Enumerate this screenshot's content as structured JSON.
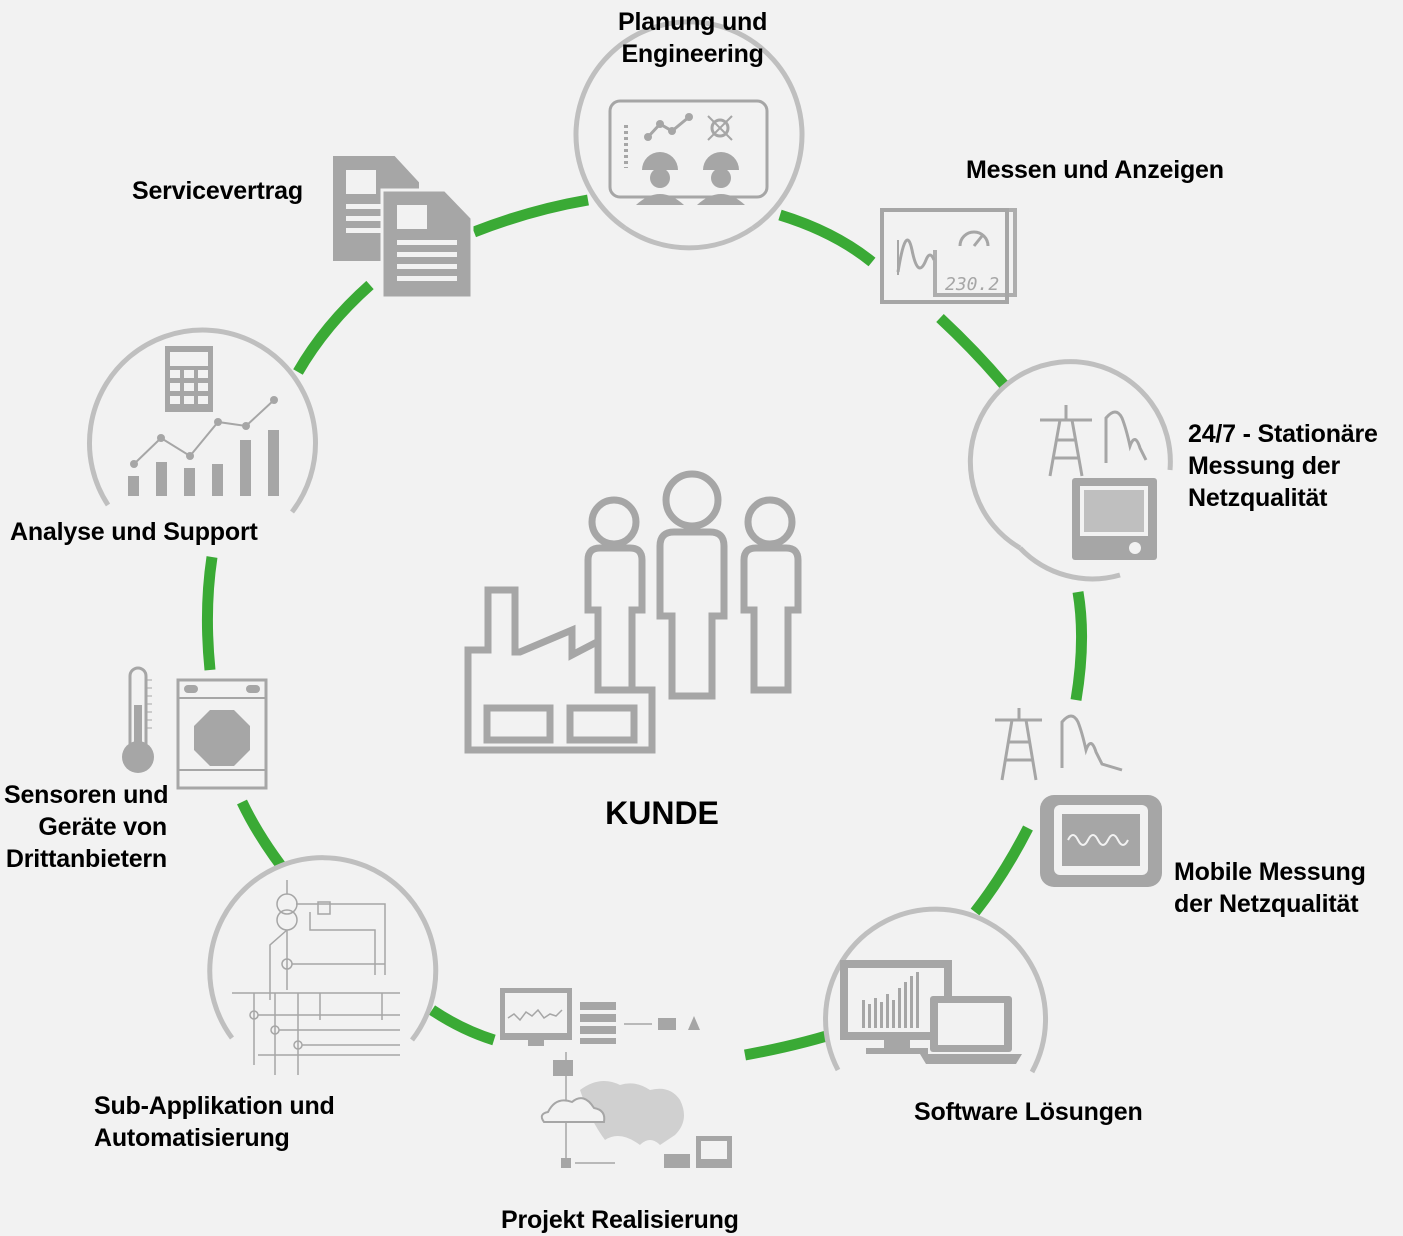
{
  "center": {
    "label": "KUNDE"
  },
  "ring_color": "#3aaa35",
  "icon_color": "#a6a6a6",
  "circle_color": "#bfbfbf",
  "nodes": {
    "planung": {
      "line1": "Planung und",
      "line2": "Engineering"
    },
    "messen": {
      "line1": "Messen und Anzeigen"
    },
    "stationaer": {
      "line1": "24/7 - Stationäre",
      "line2": "Messung der",
      "line3": "Netzqualität",
      "reading": "230.2"
    },
    "mobile": {
      "line1": "Mobile Messung",
      "line2": "der Netzqualität"
    },
    "software": {
      "line1": "Software Lösungen"
    },
    "projekt": {
      "line1": "Projekt Realisierung"
    },
    "sub": {
      "line1": "Sub-Applikation und",
      "line2": "Automatisierung"
    },
    "sensoren": {
      "line1": "Sensoren und",
      "line2": "Geräte von",
      "line3": "Drittanbietern"
    },
    "analyse": {
      "line1": "Analyse und Support"
    },
    "service": {
      "line1": "Servicevertrag"
    }
  }
}
